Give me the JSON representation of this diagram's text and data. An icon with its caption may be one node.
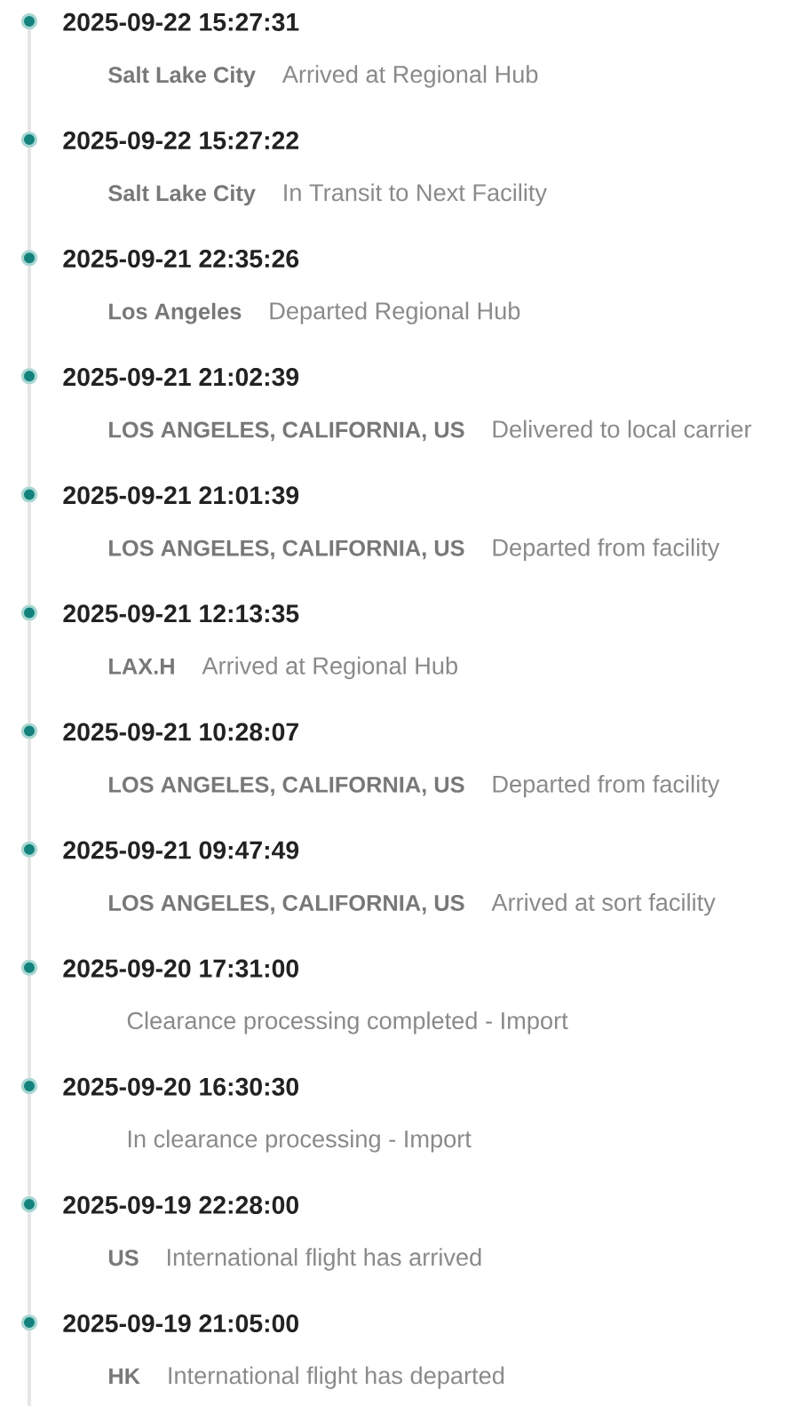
{
  "diagram": {
    "nodes": [
      {
        "text": [],
        "shape": "circle",
        "beside": [
          "2025-09-22 15:27:31",
          "Salt Lake City",
          "Arrived at Regional Hub"
        ]
      },
      {
        "text": [],
        "shape": "circle",
        "beside": [
          "2025-09-22 15:27:22",
          "Salt Lake City",
          "In Transit to Next Facility"
        ]
      },
      {
        "text": [],
        "shape": "circle",
        "beside": [
          "2025-09-21 22:35:26",
          "Los Angeles",
          "Departed Regional Hub"
        ]
      },
      {
        "text": [],
        "shape": "circle",
        "beside": [
          "2025-09-21 21:02:39",
          "LOS ANGELES, CALIFORNIA, US",
          "Delivered to local carrier"
        ]
      },
      {
        "text": [],
        "shape": "circle",
        "beside": [
          "2025-09-21 21:01:39",
          "LOS ANGELES, CALIFORNIA, US",
          "Departed from facility"
        ]
      },
      {
        "text": [],
        "shape": "circle",
        "beside": [
          "2025-09-21 12:13:35",
          "LAX.H",
          "Arrived at Regional Hub"
        ]
      },
      {
        "text": [],
        "shape": "circle",
        "beside": [
          "2025-09-21 10:28:07",
          "LOS ANGELES, CALIFORNIA, US",
          "Departed from facility"
        ]
      },
      {
        "text": [],
        "shape": "circle",
        "beside": [
          "2025-09-21 09:47:49",
          "LOS ANGELES, CALIFORNIA, US",
          "Arrived at sort facility"
        ]
      },
      {
        "text": [],
        "shape": "circle",
        "beside": [
          "2025-09-20 17:31:00",
          "Clearance processing completed - Import"
        ]
      },
      {
        "text": [],
        "shape": "circle",
        "beside": [
          "2025-09-20 16:30:30",
          "In clearance processing - Import"
        ]
      },
      {
        "text": [],
        "shape": "circle",
        "beside": [
          "2025-09-19 22:28:00",
          "US",
          "International flight has arrived"
        ]
      },
      {
        "text": [],
        "shape": "circle",
        "beside": [
          "2025-09-19 21:05:00",
          "HK",
          "International flight has departed"
        ]
      }
    ],
    "edges": [
      {
        "from": 0,
        "to": 1,
        "arrow": "none"
      },
      {
        "from": 1,
        "to": 2,
        "arrow": "none"
      },
      {
        "from": 2,
        "to": 3,
        "arrow": "none"
      },
      {
        "from": 3,
        "to": 4,
        "arrow": "none"
      },
      {
        "from": 4,
        "to": 5,
        "arrow": "none"
      },
      {
        "from": 5,
        "to": 6,
        "arrow": "none"
      },
      {
        "from": 6,
        "to": 7,
        "arrow": "none"
      },
      {
        "from": 7,
        "to": 8,
        "arrow": "none"
      },
      {
        "from": 8,
        "to": 9,
        "arrow": "none"
      },
      {
        "from": 9,
        "to": 10,
        "arrow": "none"
      },
      {
        "from": 10,
        "to": 11,
        "arrow": "none"
      },
      {
        "from": 11,
        "to": null,
        "arrow": "none"
      }
    ]
  }
}
